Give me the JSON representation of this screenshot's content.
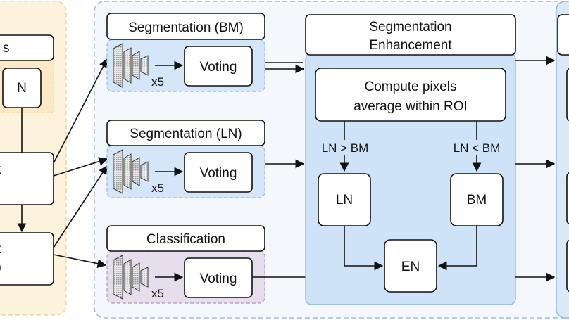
{
  "left_panel": {
    "top_label_fragment": "s",
    "n_label": "N",
    "mid_label_fragment": "t",
    "bottom_label_line1": "t",
    "bottom_label_line2": ")"
  },
  "seg_bm": {
    "title": "Segmentation (BM)",
    "voting": "Voting",
    "repeat": "x5"
  },
  "seg_ln": {
    "title": "Segmentation (LN)",
    "voting": "Voting",
    "repeat": "x5"
  },
  "classification": {
    "title": "Classification",
    "voting": "Voting",
    "repeat": "x5"
  },
  "enhancement": {
    "title_line1": "Segmentation",
    "title_line2": "Enhancement",
    "compute_line1": "Compute pixels",
    "compute_line2": "average within ROI",
    "cond_left": "LN > BM",
    "cond_right": "LN < BM",
    "ln_node": "LN",
    "bm_node": "BM",
    "en_node": "EN"
  },
  "colors": {
    "left_panel_fill": "#fdf3dc",
    "left_panel_border": "#f1d79d",
    "main_panel_fill": "#f4f7fc",
    "main_panel_border": "#a9b9d3",
    "seg_fill": "#d4e6f7",
    "seg_border": "#9dc1e6",
    "class_fill": "#e6deec",
    "class_border": "#b8a5c8",
    "enh_fill": "#cfe3f8",
    "enh_border": "#93b7da"
  },
  "icons": {
    "cnn": "stacked-cnn-layers-icon"
  }
}
